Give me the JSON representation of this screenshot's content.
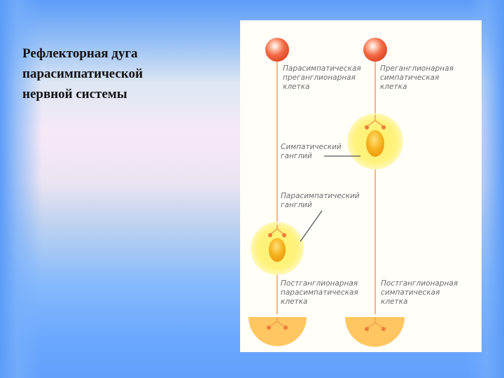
{
  "slide": {
    "title_lines": [
      "Рефлекторная дуга",
      "парасимпатической",
      "нервной системы"
    ]
  },
  "figure": {
    "labels": {
      "para_preganglionic": [
        "Парасимпатическая",
        "преганглионарная",
        "клетка"
      ],
      "symp_preganglionic": [
        "Преганглионарная",
        "симпатическая",
        "клетка"
      ],
      "symp_ganglion": [
        "Симпатический",
        "ганглий"
      ],
      "para_ganglion": [
        "Парасимпатический",
        "ганглий"
      ],
      "para_postganglionic": [
        "Постганглионарная",
        "парасимпатическая",
        "клетка"
      ],
      "symp_postganglionic": [
        "Постганглионарная",
        "симпатическая",
        "клетка"
      ]
    },
    "colors": {
      "neuron_body": "#f05a3c",
      "axon": "#f0a050",
      "ganglion_halo": "#fff27a",
      "ganglion_cell": "#f2a91a",
      "target_tissue": "#ffc661",
      "synapse_dot": "#f07a3a",
      "label_text": "#6b6b6b",
      "background_blue": "#62a0fd"
    }
  }
}
